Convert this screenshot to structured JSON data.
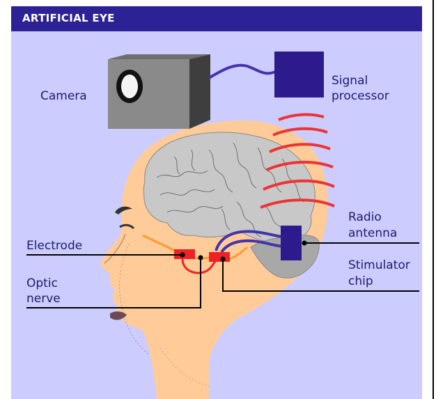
{
  "title": "ARTIFICIAL EYE",
  "labels": {
    "camera": "Camera",
    "signal_processor": [
      "Signal",
      "processor"
    ],
    "radio_antenna": [
      "Radio",
      "antenna"
    ],
    "electrode": "Electrode",
    "stimulator_chip": [
      "Stimulator",
      "chip"
    ],
    "optic_nerve": [
      "Optic",
      "nerve"
    ]
  },
  "colors": {
    "background": "#ccccff",
    "title_bar": "#2d2196",
    "skin": "#ffcc99",
    "brain": "#c8c8c8",
    "device": "#2d1a8c",
    "signal_waves": "#ee3333",
    "chip": "#ee2222",
    "label_text": "#1c1c6e"
  }
}
